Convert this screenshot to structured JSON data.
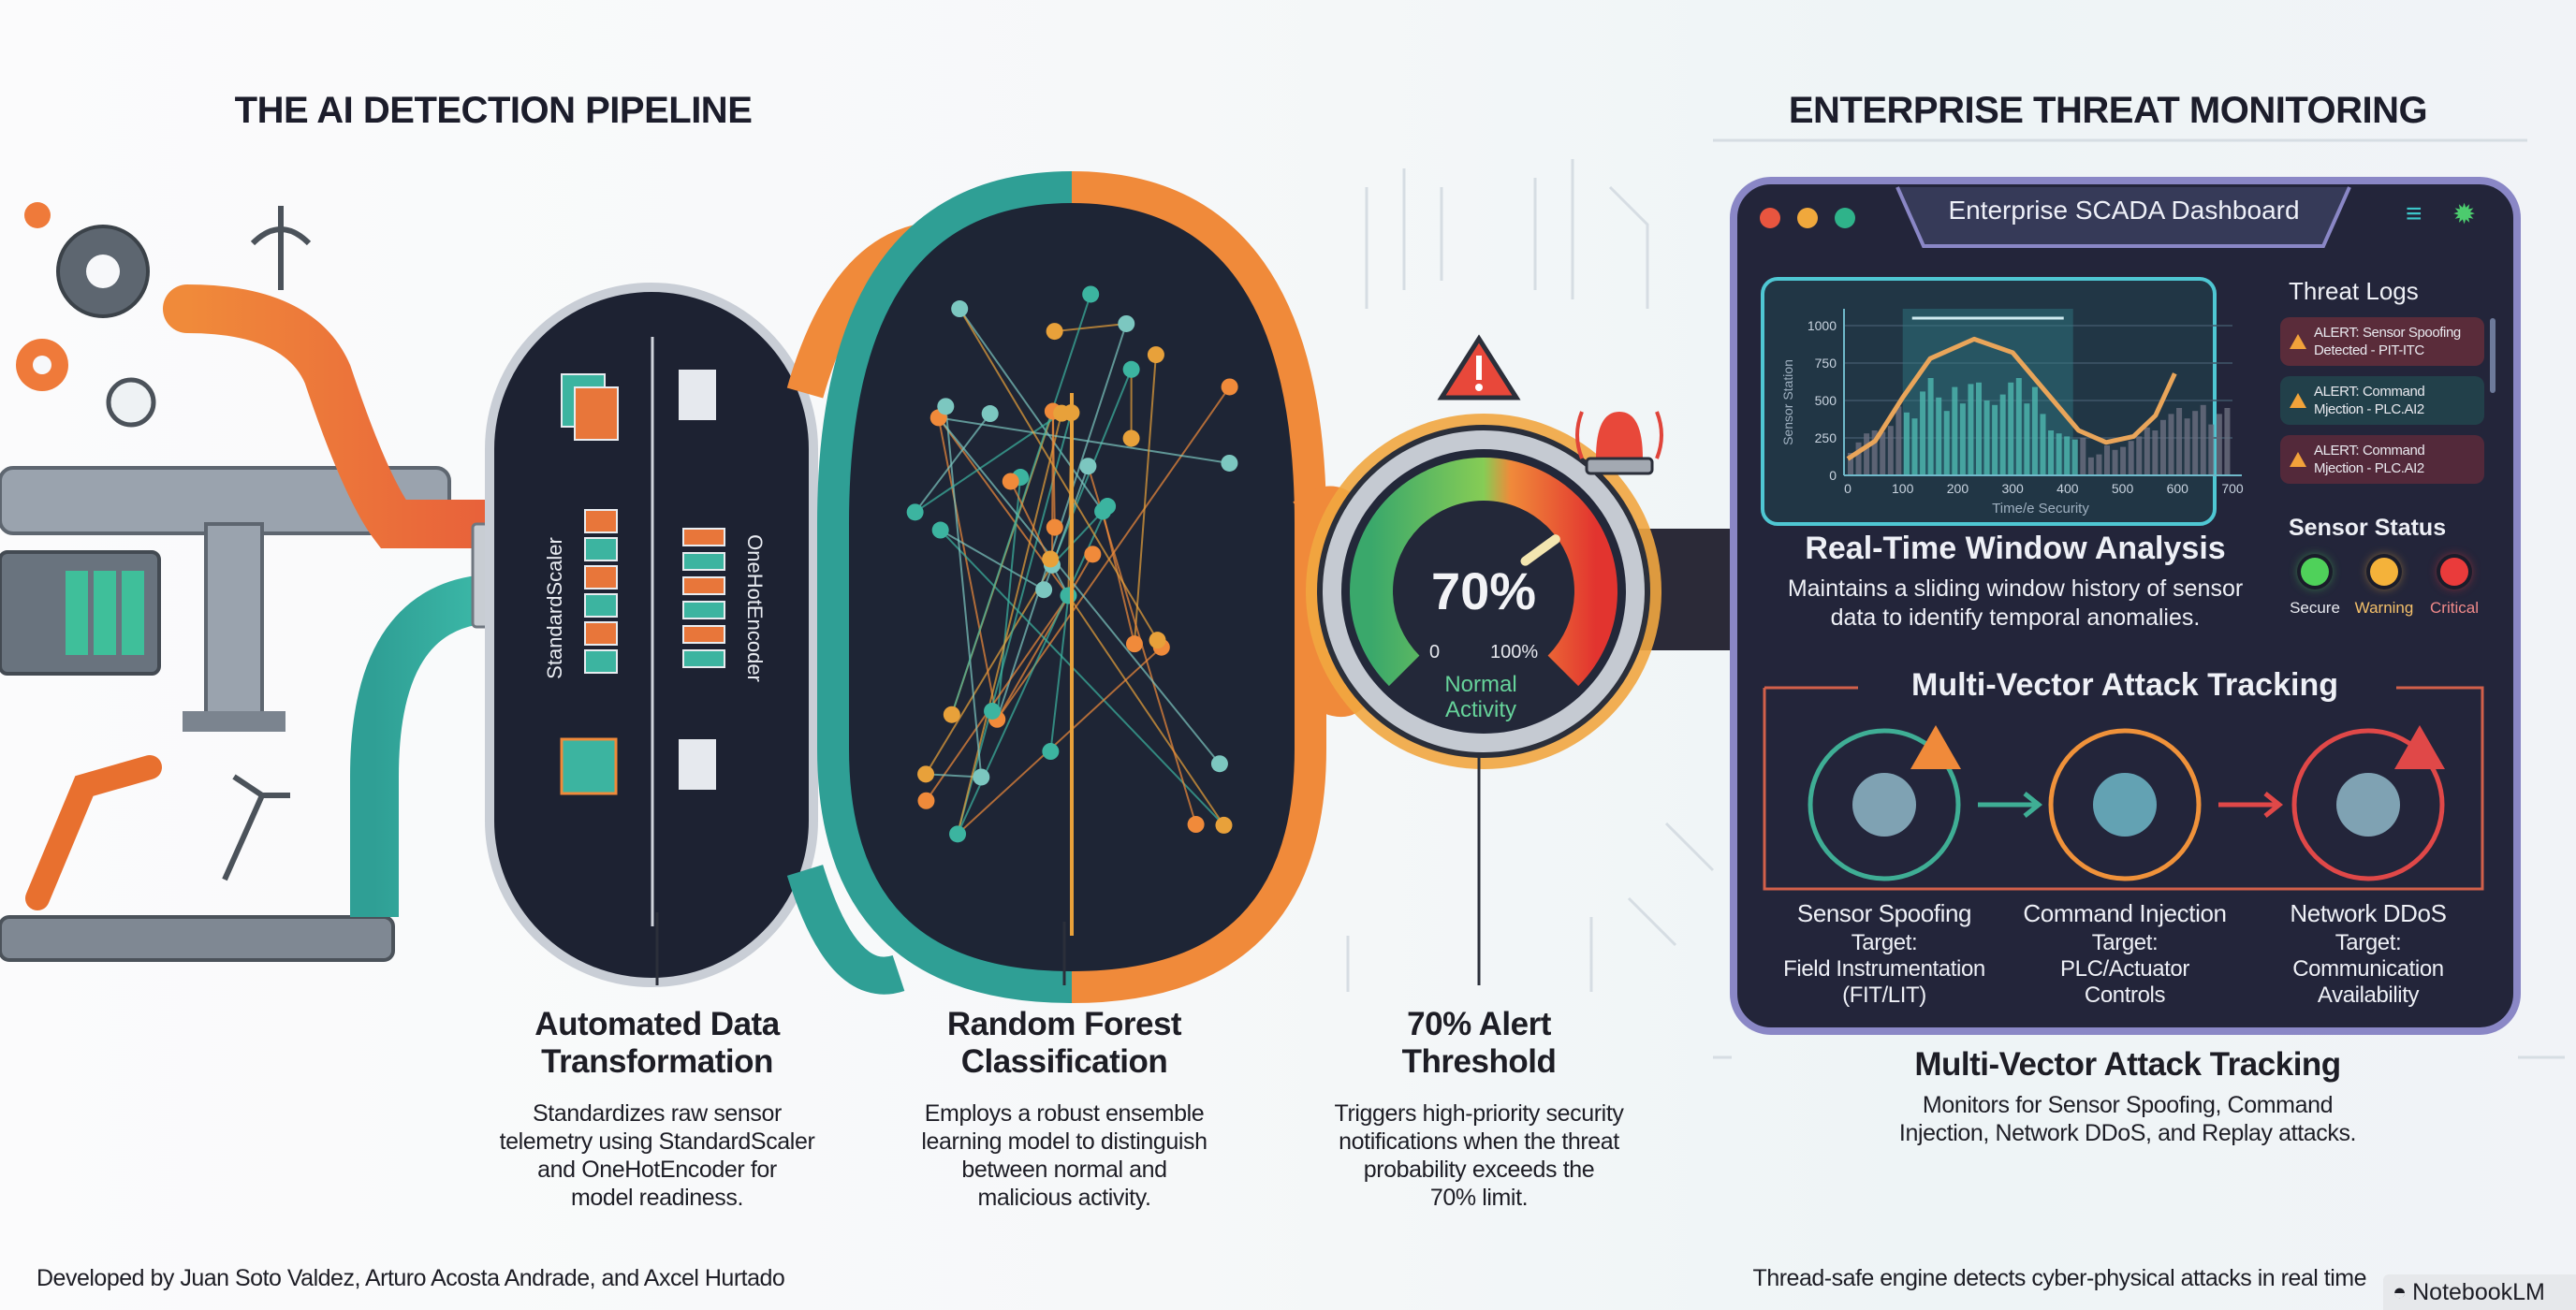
{
  "headings": {
    "pipeline": "THE AI DETECTION PIPELINE",
    "monitoring": "ENTERPRISE THREAT MONITORING"
  },
  "pipeline": {
    "capsule_labels": [
      "StandardScaler",
      "OneHotEncoder"
    ],
    "gauge": {
      "value_percent": 70,
      "value_label": "70%",
      "min_label": "0",
      "max_label": "100%",
      "status_line1": "Normal",
      "status_line2": "Activity"
    },
    "steps": [
      {
        "title1": "Automated Data",
        "title2": "Transformation",
        "desc": [
          "Standardizes raw sensor",
          "telemetry using StandardScaler",
          "and OneHotEncoder for",
          "model readiness."
        ]
      },
      {
        "title1": "Random Forest",
        "title2": "Classification",
        "desc": [
          "Employs a robust ensemble",
          "learning model to distinguish",
          "between normal and",
          "malicious activity."
        ]
      },
      {
        "title1": "70% Alert",
        "title2": "Threshold",
        "desc": [
          "Triggers high-priority security",
          "notifications when the threat",
          "probability exceeds the",
          "70% limit."
        ]
      }
    ]
  },
  "dashboard": {
    "title": "Enterprise SCADA Dashboard",
    "window_dots": [
      "#e8553f",
      "#f0a83c",
      "#2fb38a"
    ],
    "status_icons": [
      "wifi-icon",
      "bug-icon"
    ],
    "chart": {
      "y_axis_label": "Sensor Station",
      "x_axis_label": "Time/e Security",
      "y_ticks": [
        "0",
        "250",
        "500",
        "750",
        "1000"
      ],
      "x_ticks": [
        "0",
        "100",
        "200",
        "300",
        "400",
        "500",
        "600",
        "700"
      ],
      "window_range": [
        100,
        410
      ],
      "bars": [
        150,
        220,
        280,
        300,
        290,
        330,
        460,
        420,
        380,
        560,
        650,
        520,
        430,
        590,
        480,
        610,
        620,
        500,
        470,
        540,
        620,
        650,
        480,
        590,
        410,
        300,
        280,
        260,
        240,
        250,
        120,
        140,
        200,
        170,
        190,
        230,
        260,
        320,
        300,
        370,
        410,
        450,
        380,
        430,
        470,
        340,
        410,
        450
      ],
      "curve": [
        [
          0,
          110
        ],
        [
          50,
          230
        ],
        [
          100,
          520
        ],
        [
          150,
          780
        ],
        [
          230,
          910
        ],
        [
          300,
          820
        ],
        [
          360,
          560
        ],
        [
          420,
          300
        ],
        [
          470,
          220
        ],
        [
          520,
          260
        ],
        [
          560,
          400
        ],
        [
          595,
          680
        ]
      ]
    },
    "threat_logs": {
      "title": "Threat Logs",
      "alerts": [
        {
          "line1": "ALERT: Sensor Spoofing",
          "line2": "Detected - PIT-ITC",
          "color": "#5a2c3a"
        },
        {
          "line1": "ALERT: Command",
          "line2": "Mjection - PLC.AI2",
          "color": "#22404a"
        },
        {
          "line1": "ALERT: Command",
          "line2": "Mjection - PLC.AI2",
          "color": "#53293a"
        }
      ]
    },
    "window_analysis": {
      "title": "Real-Time Window Analysis",
      "desc1": "Maintains a sliding window history of sensor",
      "desc2": "data to identify temporal anomalies."
    },
    "sensor_status": {
      "title": "Sensor Status",
      "lights": [
        {
          "label": "Secure",
          "color": "#4fd15a"
        },
        {
          "label": "Warning",
          "color": "#f4b23a"
        },
        {
          "label": "Critical",
          "color": "#ea3b3b"
        }
      ]
    },
    "attack_tracking": {
      "title": "Multi-Vector Attack Tracking",
      "attacks": [
        {
          "name": "Sensor Spoofing",
          "target_label": "Target:",
          "target1": "Field Instrumentation",
          "target2": "(FIT/LIT)",
          "color": "#3fae95",
          "icon": "sensor-icon"
        },
        {
          "name": "Command Injection",
          "target_label": "Target:",
          "target1": "PLC/Actuator",
          "target2": "Controls",
          "color": "#f0923a",
          "icon": "syringe-plc-icon"
        },
        {
          "name": "Network DDoS",
          "target_label": "Target:",
          "target1": "Communication",
          "target2": "Availability",
          "color": "#e04848",
          "icon": "network-icon"
        }
      ]
    }
  },
  "monitoring_caption": {
    "title": "Multi-Vector Attack Tracking",
    "desc1": "Monitors for Sensor Spoofing, Command",
    "desc2": "Injection, Network DDoS, and Replay attacks."
  },
  "footer": {
    "credits": "Developed by Juan Soto Valdez, Arturo Acosta Andrade, and Axcel Hurtado",
    "tagline": "Thread-safe engine detects cyber-physical attacks in real time",
    "badge": "NotebookLM"
  }
}
